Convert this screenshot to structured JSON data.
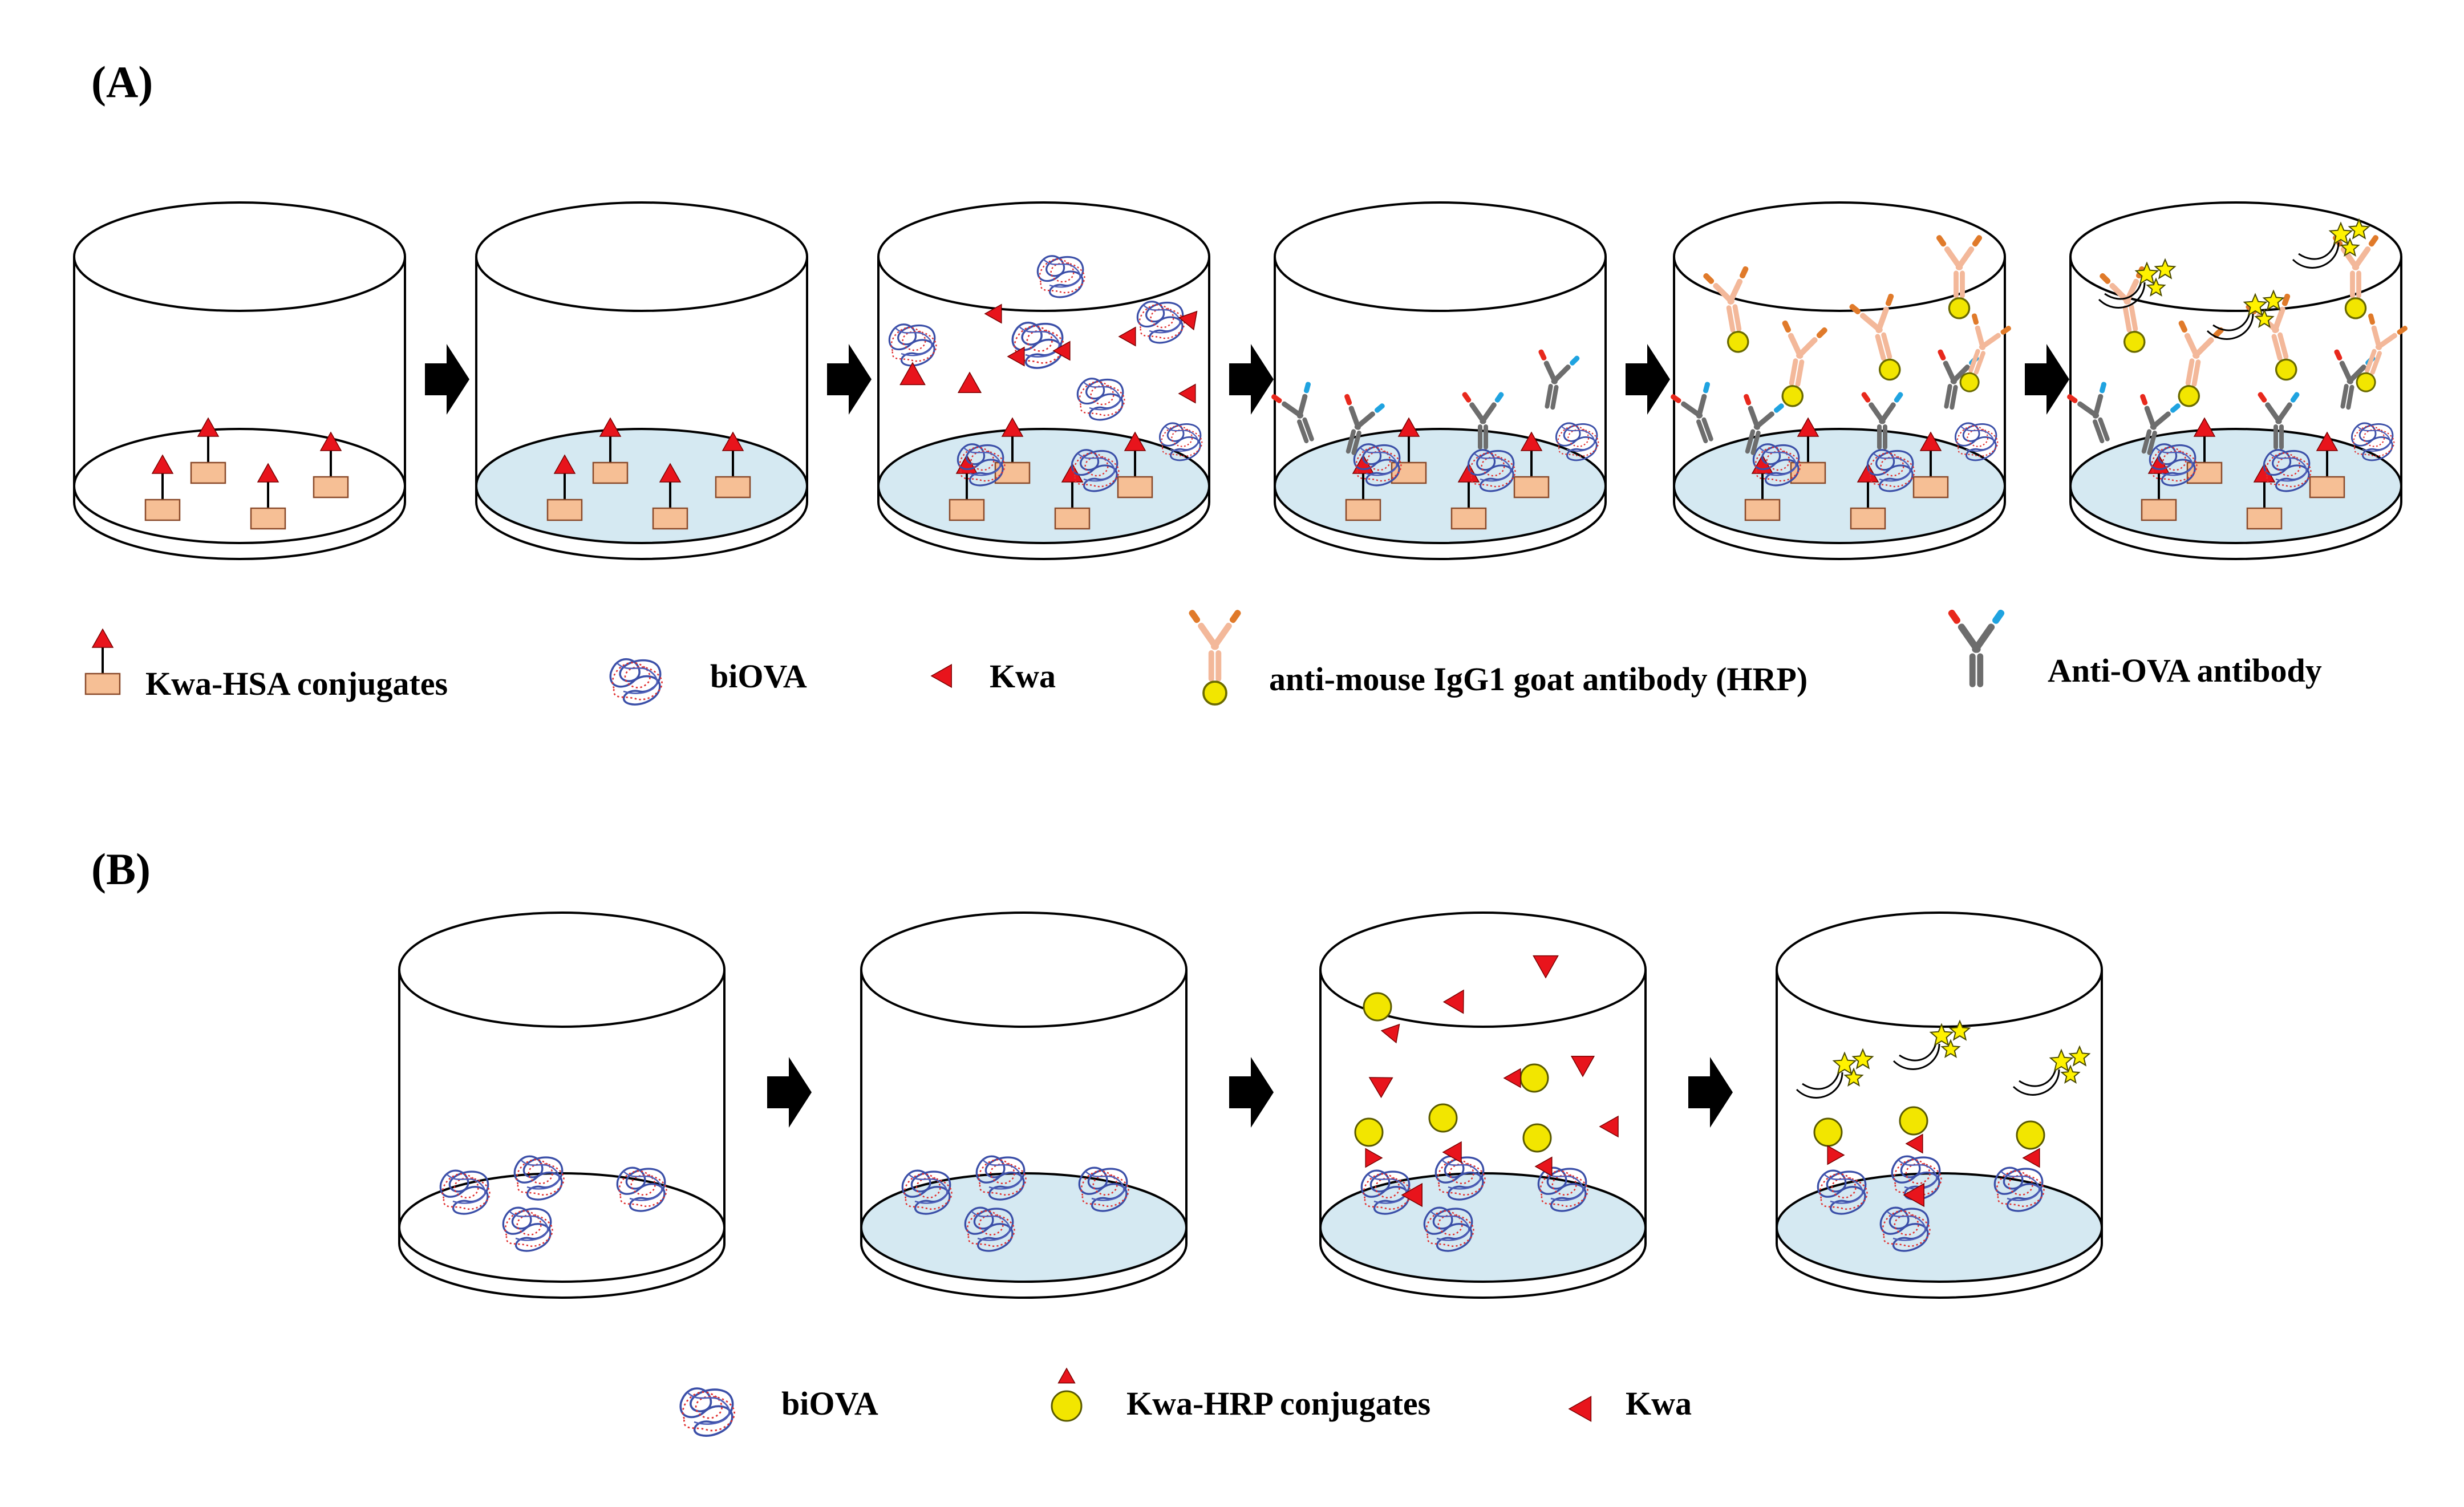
{
  "panels": {
    "a": {
      "label": "(A)",
      "legend": {
        "kwa_hsa": "Kwa-HSA conjugates",
        "biova": "biOVA",
        "kwa": "Kwa",
        "secondary": "anti-mouse IgG1 goat antibody (HRP)",
        "anti_ova": "Anti-OVA antibody"
      }
    },
    "b": {
      "label": "(B)",
      "legend": {
        "biova": "biOVA",
        "kwa_hrp": "Kwa-HRP conjugates",
        "kwa": "Kwa"
      }
    }
  },
  "colors": {
    "coating": "#d5e9f2",
    "kwa_red": "#e8141c",
    "hsa_block": "#f6bf95",
    "hrp_yellow": "#f2e600",
    "star_yellow": "#fff200",
    "arrow": "#000000",
    "anti_ova_blue": "#1fa3e0",
    "anti_ova_red": "#e8281c",
    "antibody_gray": "#6d6d6d",
    "secondary_orange": "#e07a2a",
    "secondary_peach": "#f3b89a"
  },
  "icons": [
    "block-arrow-icon",
    "kwa-triangle-icon",
    "hsa-block-icon",
    "biova-protein-icon",
    "antibody-icon",
    "hrp-ball-icon",
    "star-burst-icon"
  ]
}
